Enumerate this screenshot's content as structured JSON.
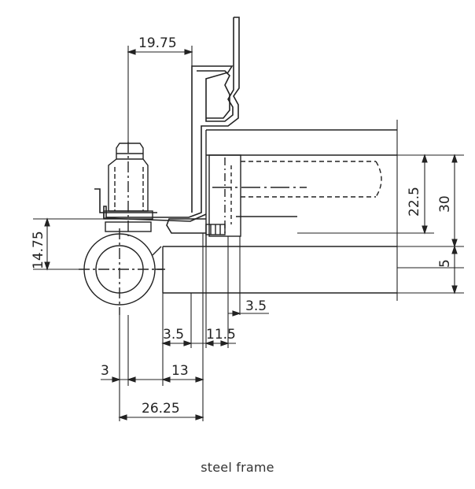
{
  "caption": "steel frame",
  "dimensions": {
    "top_width": "19.75",
    "left_height": "14.75",
    "depth_inner": "22.5",
    "depth_outer": "30",
    "gap_right": "5",
    "offset_small": "3.5",
    "offset_a": "3.5",
    "offset_b": "11.5",
    "pin_offset": "3",
    "center_to_frame": "13",
    "overall": "26.25"
  },
  "colors": {
    "line": "#222222",
    "background": "#ffffff"
  }
}
